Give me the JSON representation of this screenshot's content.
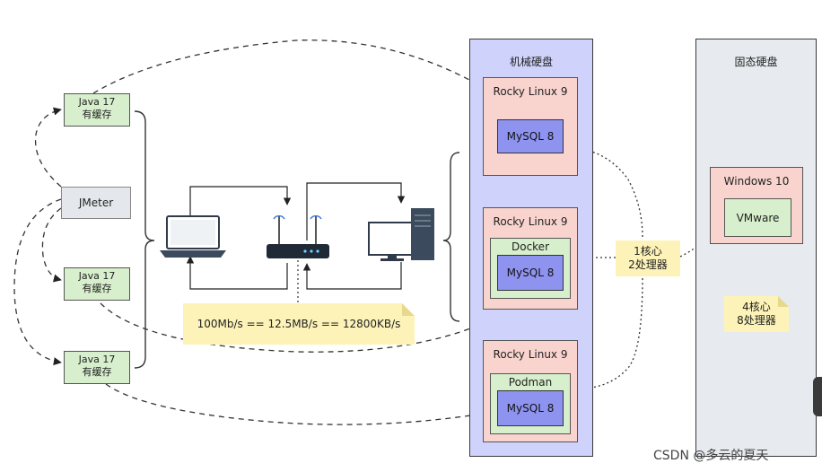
{
  "disks": {
    "mechanical": "机械硬盘",
    "ssd": "固态硬盘"
  },
  "servers": [
    {
      "os": "Rocky Linux 9",
      "container": "",
      "db": "MySQL 8"
    },
    {
      "os": "Rocky Linux 9",
      "container": "Docker",
      "db": "MySQL 8"
    },
    {
      "os": "Rocky Linux 9",
      "container": "Podman",
      "db": "MySQL 8"
    }
  ],
  "host": {
    "os": "Windows 10",
    "vm": "VMware"
  },
  "clients": {
    "jmeter": "JMeter",
    "java": [
      {
        "line1": "Java 17",
        "line2": "有缓存"
      },
      {
        "line1": "Java 17",
        "line2": "有缓存"
      },
      {
        "line1": "Java 17",
        "line2": "有缓存"
      }
    ]
  },
  "notes": {
    "network": "100Mb/s == 12.5MB/s == 12800KB/s",
    "vm_cpu_line1": "1核心",
    "vm_cpu_line2": "2处理器",
    "host_cpu_line1": "4核心",
    "host_cpu_line2": "8处理器"
  },
  "watermark": "CSDN @多云的夏天",
  "colors": {
    "mechanical_panel": "#cfd3fb",
    "ssd_panel": "#e7eaee",
    "os_box": "#f9d4cf",
    "container_box": "#d7efcc",
    "db_box": "#8f93f0",
    "note": "#fdf3b8"
  }
}
